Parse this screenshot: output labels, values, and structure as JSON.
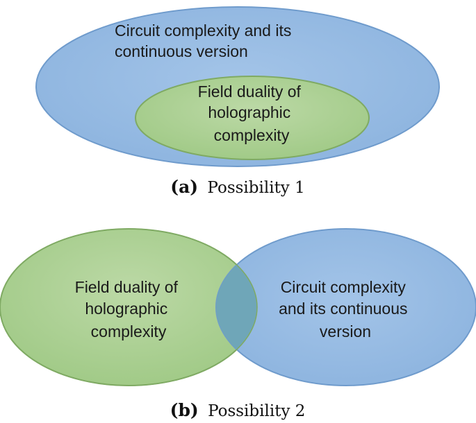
{
  "colors": {
    "blue_fill": "#8fb6e0",
    "blue_stroke": "#6f9bcc",
    "green_fill": "#a9cf8e",
    "green_stroke": "#7faa63",
    "overlap_fill": "#6fa6b8"
  },
  "panel_a": {
    "outer_label_lines": [
      "Circuit complexity and its",
      "continuous version"
    ],
    "inner_label_lines": [
      "Field duality of",
      "holographic",
      "complexity"
    ],
    "caption_tag": "(a)",
    "caption_text": "Possibility 1"
  },
  "panel_b": {
    "left_label_lines": [
      "Field duality of",
      "holographic",
      "complexity"
    ],
    "right_label_lines": [
      "Circuit complexity",
      "and its continuous",
      "version"
    ],
    "caption_tag": "(b)",
    "caption_text": "Possibility 2"
  }
}
